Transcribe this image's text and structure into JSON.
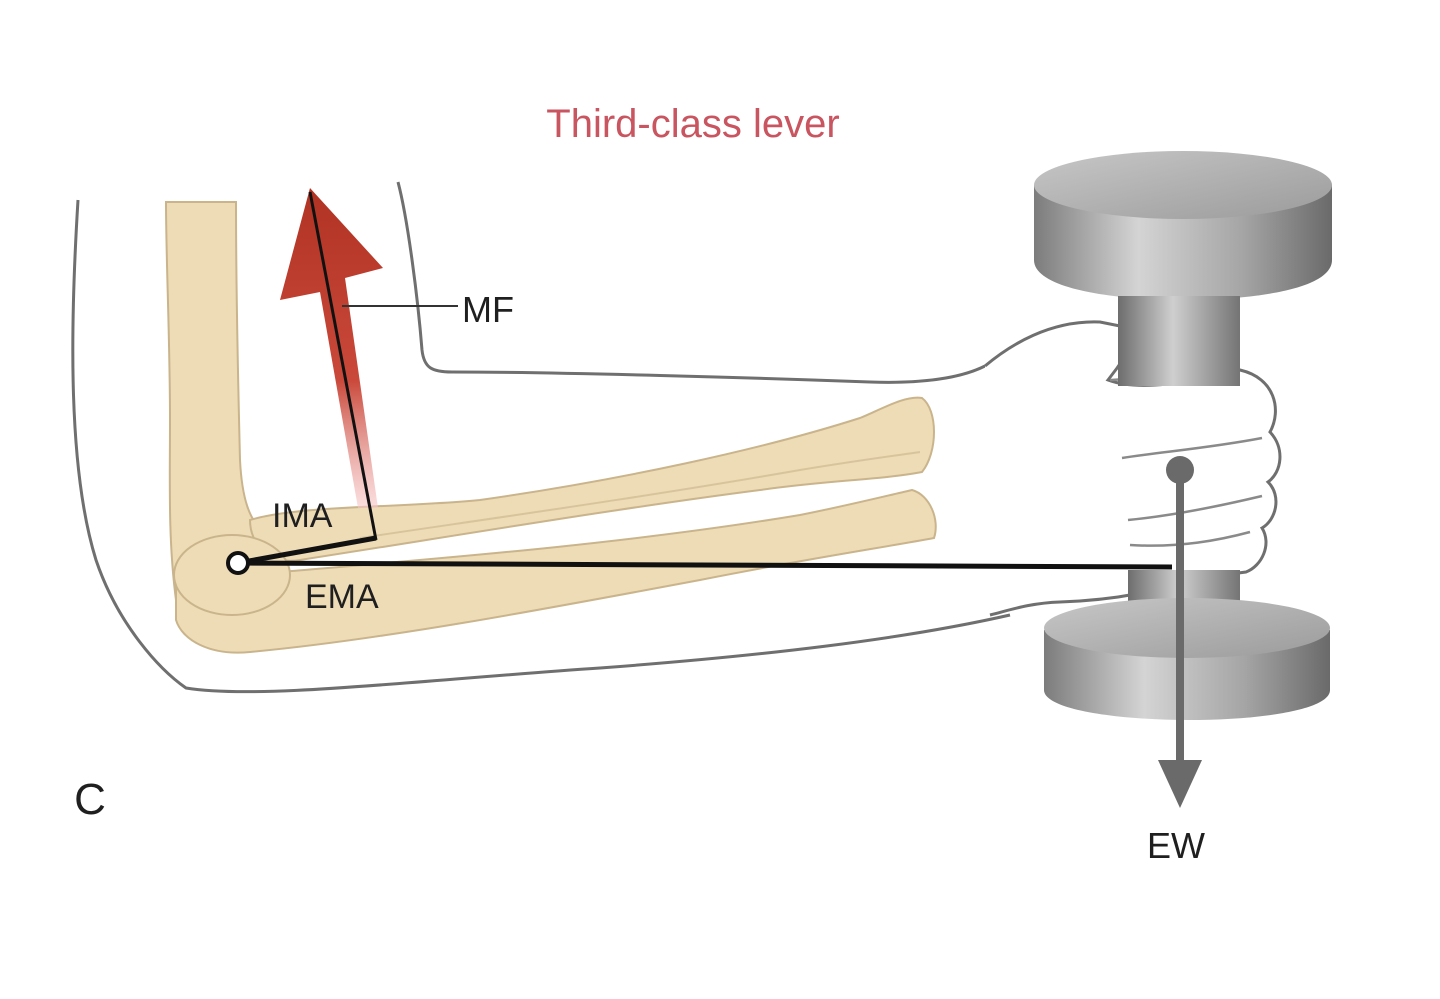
{
  "title": "Third-class lever",
  "panel_letter": "C",
  "labels": {
    "muscle_force": "MF",
    "internal_moment_arm": "IMA",
    "external_moment_arm": "EMA",
    "external_weight": "EW"
  },
  "colors": {
    "title": "#c8555f",
    "bone": "#eedcb6",
    "bone_outline": "#c9b48c",
    "arm_outline": "#6f6f6f",
    "muscle_arrow_top": "#b83a2a",
    "muscle_arrow_bottom": "#f2b0b0",
    "weight_grey": "#9a9a9a",
    "moment_arm_line": "#111111",
    "weight_arrow": "#6a6a6a"
  }
}
